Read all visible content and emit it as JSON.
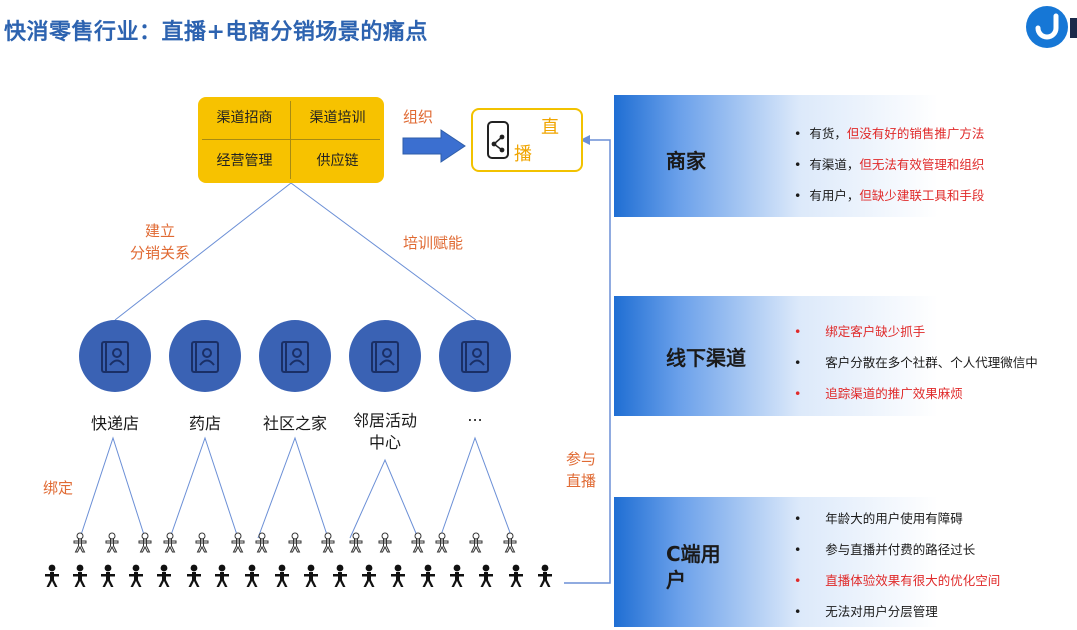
{
  "title": "快消零售行业：直播+电商分销场景的痛点",
  "colors": {
    "title": "#2d63b0",
    "accent_blue": "#2f5ea8",
    "yellow": "#f7c200",
    "orange": "#e06a33",
    "red": "#e02a2a",
    "line": "#6b8fd6"
  },
  "top_grid": {
    "cells": [
      "渠道招商",
      "渠道培训",
      "经营管理",
      "供应链"
    ]
  },
  "arrow_label": "组织",
  "live_box": {
    "char1": "直",
    "char2": "播",
    "icon": "phone-share-icon"
  },
  "left_edge_label": "建立\n分销关系",
  "right_edge_label": "培训赋能",
  "stores": [
    {
      "label": "快递店",
      "icon": "contact-book-icon"
    },
    {
      "label": "药店",
      "icon": "contact-book-icon"
    },
    {
      "label": "社区之家",
      "icon": "contact-book-icon"
    },
    {
      "label": "邻居活动\n中心",
      "icon": "contact-book-icon"
    },
    {
      "label": "...",
      "icon": "contact-book-icon"
    }
  ],
  "bind_label": "绑定",
  "join_label": "参与\n直播",
  "panels": [
    {
      "label": "商家",
      "bullets": [
        {
          "prefix": "有货，",
          "text": "但没有好的销售推广方法",
          "red": true
        },
        {
          "prefix": "有渠道，",
          "text": "但无法有效管理和组织",
          "red": true
        },
        {
          "prefix": "有用户，",
          "text": "但缺少建联工具和手段",
          "red": true
        }
      ]
    },
    {
      "label": "线下渠道",
      "bullets": [
        {
          "prefix": "",
          "text": "绑定客户缺少抓手",
          "red": true
        },
        {
          "prefix": "",
          "text": "客户分散在多个社群、个人代理微信中",
          "red": false
        },
        {
          "prefix": "",
          "text": "追踪渠道的推广效果麻烦",
          "red": true
        }
      ]
    },
    {
      "label": "C端用\n户",
      "bullets": [
        {
          "prefix": "",
          "text": "年龄大的用户使用有障碍",
          "red": false
        },
        {
          "prefix": "",
          "text": "参与直播并付费的路径过长",
          "red": false
        },
        {
          "prefix": "",
          "text": "直播体验效果有很大的优化空间",
          "red": true
        },
        {
          "prefix": "",
          "text": "无法对用户分层管理",
          "red": false
        }
      ]
    }
  ]
}
